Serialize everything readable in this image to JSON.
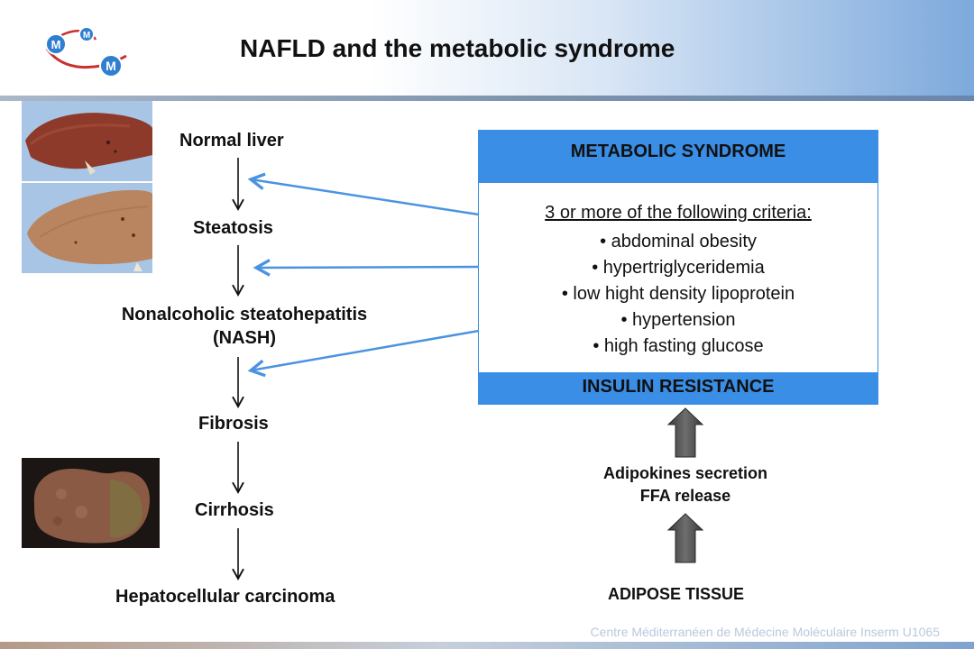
{
  "slide": {
    "title": "NAFLD and the metabolic syndrome",
    "footer_credit": "Centre Méditerranéen de Médecine Moléculaire Inserm U1065"
  },
  "logo": {
    "letters": [
      "M",
      "M",
      "M"
    ]
  },
  "progression": {
    "stages": [
      {
        "id": "normal-liver",
        "label": "Normal liver"
      },
      {
        "id": "steatosis",
        "label": "Steatosis"
      },
      {
        "id": "nash",
        "label": "Nonalcoholic steatohepatitis\n(NASH)"
      },
      {
        "id": "fibrosis",
        "label": "Fibrosis"
      },
      {
        "id": "cirrhosis",
        "label": "Cirrhosis"
      },
      {
        "id": "hcc",
        "label": "Hepatocellular carcinoma"
      }
    ]
  },
  "metabolic_syndrome": {
    "title": "METABOLIC SYNDROME",
    "criteria_intro": "3 or more of the following criteria:",
    "criteria": [
      "• abdominal obesity",
      "• hypertriglyceridemia",
      "• low hight density lipoprotein",
      "• hypertension",
      "• high fasting glucose"
    ],
    "footer": "INSULIN RESISTANCE"
  },
  "adipose": {
    "secretion_label": "Adipokines secretion\nFFA release",
    "tissue_label": "ADIPOSE TISSUE"
  },
  "colors": {
    "accent_blue": "#3a8ee6",
    "arrow_blue": "#4a93e0",
    "block_arrow": "#555555"
  }
}
